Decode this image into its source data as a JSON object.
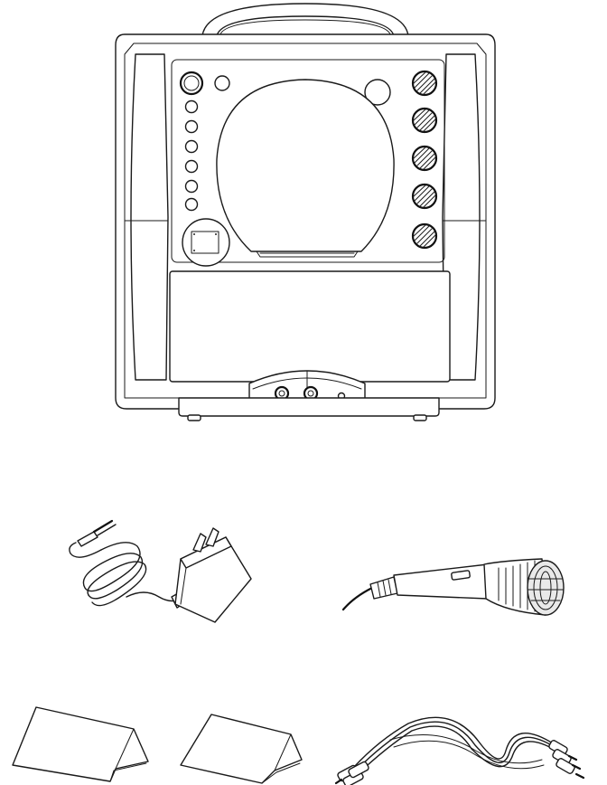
{
  "illustration": {
    "items": [
      "karaoke-machine",
      "ac-adapter",
      "microphone",
      "instruction-manual",
      "warranty-card",
      "rca-av-cable"
    ]
  },
  "colors": {
    "line": "#1a1a1a",
    "background": "#ffffff"
  }
}
